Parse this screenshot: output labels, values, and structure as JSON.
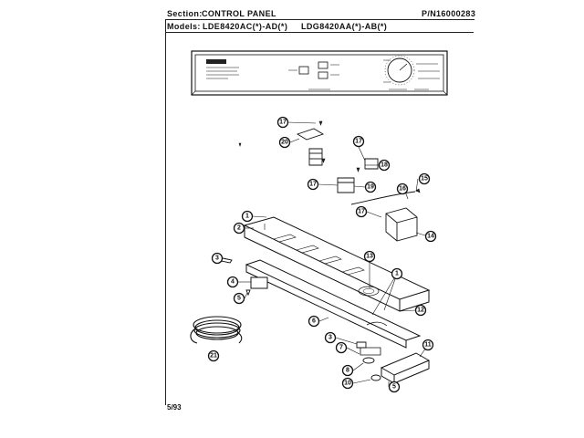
{
  "header": {
    "section_label": "Section:",
    "section_value": "CONTROL PANEL",
    "pn_label": "P/N",
    "pn_value": "16000283",
    "models_label": "Models:",
    "model_1": "LDE8420AC(*)-AD(*)",
    "model_2": "LDG8420AA(*)-AB(*)"
  },
  "footer": {
    "date": "5/93"
  },
  "callouts": [
    {
      "id": "callout-17-top",
      "label": "17"
    },
    {
      "id": "callout-20",
      "label": "20"
    },
    {
      "id": "callout-17-right",
      "label": "17"
    },
    {
      "id": "callout-18",
      "label": "18"
    },
    {
      "id": "callout-17-mid",
      "label": "17"
    },
    {
      "id": "callout-19",
      "label": "19"
    },
    {
      "id": "callout-15",
      "label": "15"
    },
    {
      "id": "callout-16",
      "label": "16"
    },
    {
      "id": "callout-17-low",
      "label": "17"
    },
    {
      "id": "callout-14",
      "label": "14"
    },
    {
      "id": "callout-1-left",
      "label": "1"
    },
    {
      "id": "callout-2",
      "label": "2"
    },
    {
      "id": "callout-13",
      "label": "13"
    },
    {
      "id": "callout-3-left",
      "label": "3"
    },
    {
      "id": "callout-1-right",
      "label": "1"
    },
    {
      "id": "callout-4",
      "label": "4"
    },
    {
      "id": "callout-12",
      "label": "12"
    },
    {
      "id": "callout-5-left",
      "label": "5"
    },
    {
      "id": "callout-6",
      "label": "6"
    },
    {
      "id": "callout-3-low",
      "label": "3"
    },
    {
      "id": "callout-11",
      "label": "11"
    },
    {
      "id": "callout-7",
      "label": "7"
    },
    {
      "id": "callout-21",
      "label": "21"
    },
    {
      "id": "callout-8",
      "label": "8"
    },
    {
      "id": "callout-10",
      "label": "10"
    },
    {
      "id": "callout-5-low",
      "label": "5"
    }
  ]
}
